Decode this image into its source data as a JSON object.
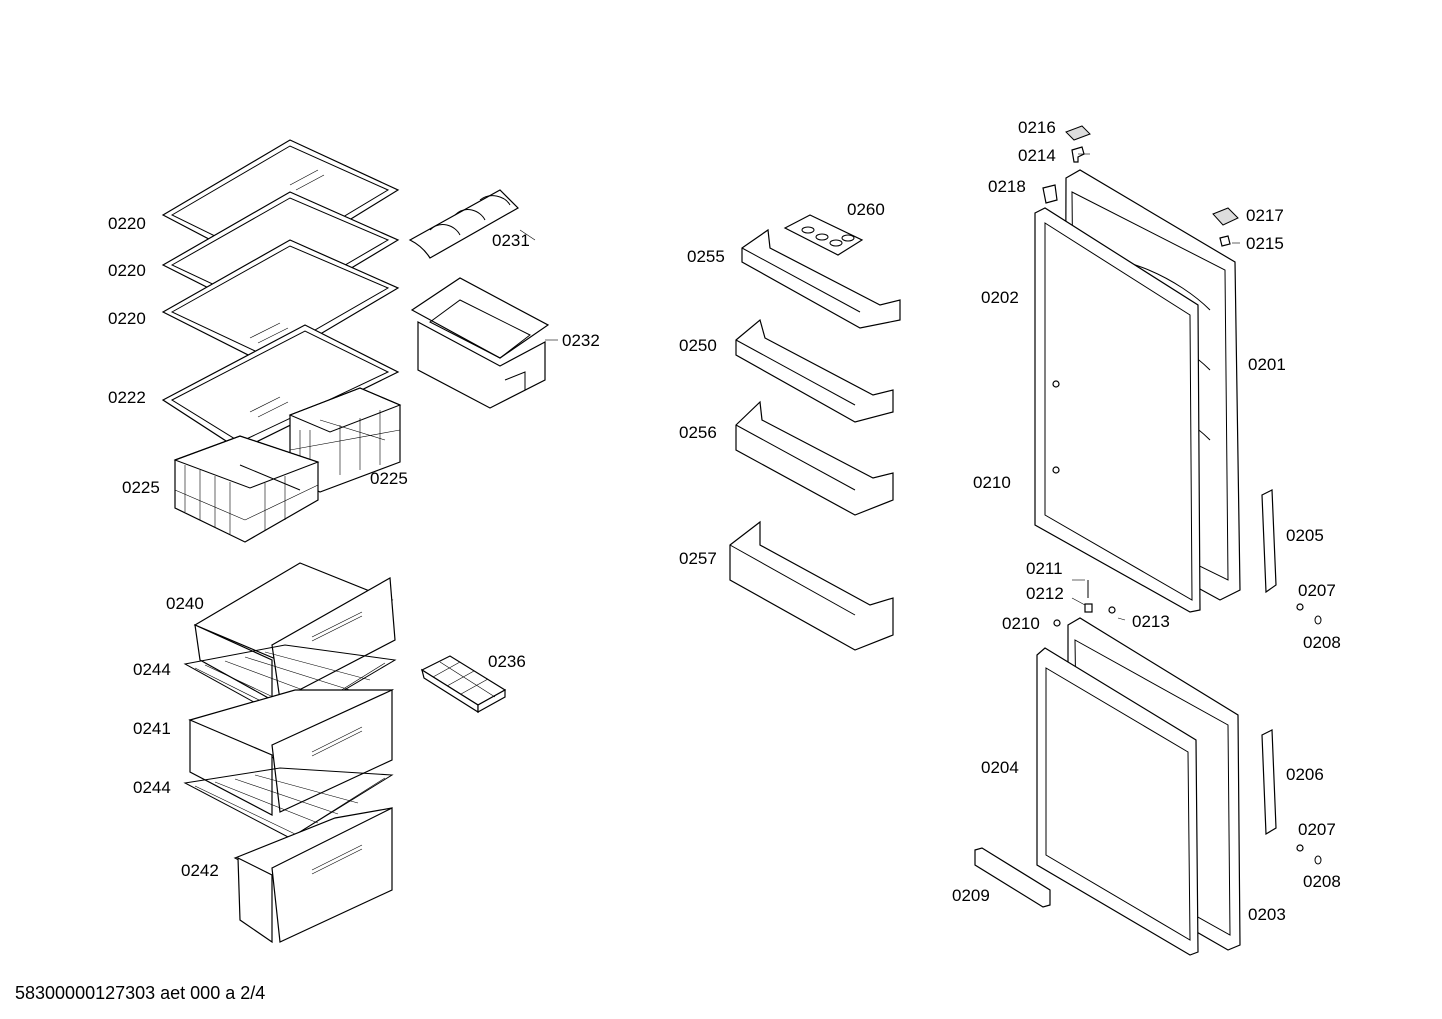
{
  "diagram": {
    "labels": {
      "l0220a": "0220",
      "l0220b": "0220",
      "l0220c": "0220",
      "l0222": "0222",
      "l0225a": "0225",
      "l0225b": "0225",
      "l0231": "0231",
      "l0232": "0232",
      "l0240": "0240",
      "l0244a": "0244",
      "l0241": "0241",
      "l0244b": "0244",
      "l0242": "0242",
      "l0236": "0236",
      "l0260": "0260",
      "l0255": "0255",
      "l0250": "0250",
      "l0256": "0256",
      "l0257": "0257",
      "l0216": "0216",
      "l0214": "0214",
      "l0218": "0218",
      "l0217": "0217",
      "l0215": "0215",
      "l0202": "0202",
      "l0201": "0201",
      "l0210a": "0210",
      "l0205": "0205",
      "l0211": "0211",
      "l0212": "0212",
      "l0213": "0213",
      "l0210b": "0210",
      "l0207a": "0207",
      "l0208a": "0208",
      "l0204": "0204",
      "l0206": "0206",
      "l0207b": "0207",
      "l0208b": "0208",
      "l0209": "0209",
      "l0203": "0203"
    }
  },
  "footer": {
    "text": "58300000127303 aet 000 a 2/4"
  }
}
